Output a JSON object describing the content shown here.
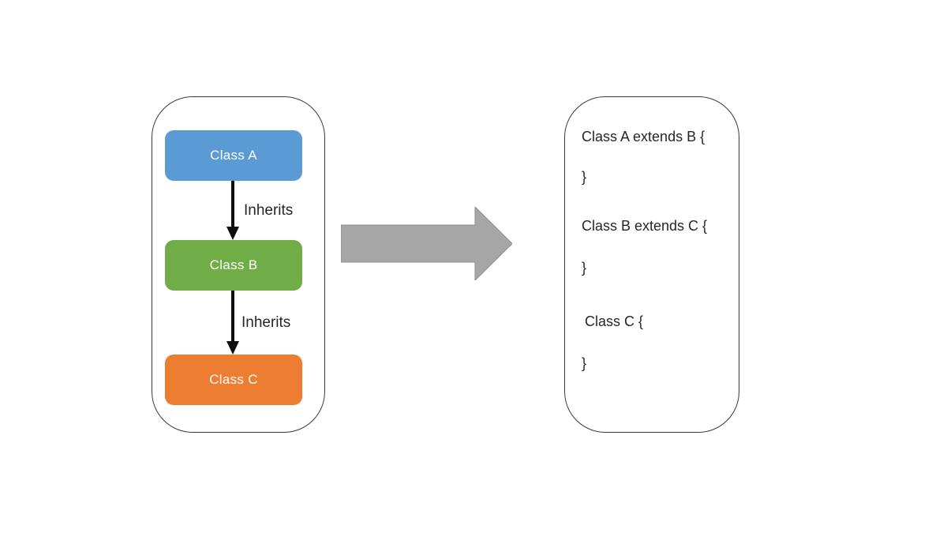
{
  "diagram": {
    "classes": [
      {
        "label": "Class A",
        "color": "#5B9BD5"
      },
      {
        "label": "Class B",
        "color": "#70AD47"
      },
      {
        "label": "Class C",
        "color": "#ED7D31"
      }
    ],
    "edge_label": "Inherits"
  },
  "code": {
    "lines": [
      "Class A extends B {",
      "}",
      "Class B extends C {",
      "}",
      "Class C {",
      "}"
    ]
  },
  "colors": {
    "class_a_fill": "#5B9BD5",
    "class_b_fill": "#70AD47",
    "class_c_fill": "#ED7D31",
    "box_text": "#ffffff",
    "big_arrow_fill": "#A6A6A6",
    "big_arrow_stroke": "#8f8f8f",
    "panel_border": "#3a3a3a",
    "inherit_arrow": "#0d0d0d",
    "text": "#262626",
    "background": "#ffffff"
  }
}
